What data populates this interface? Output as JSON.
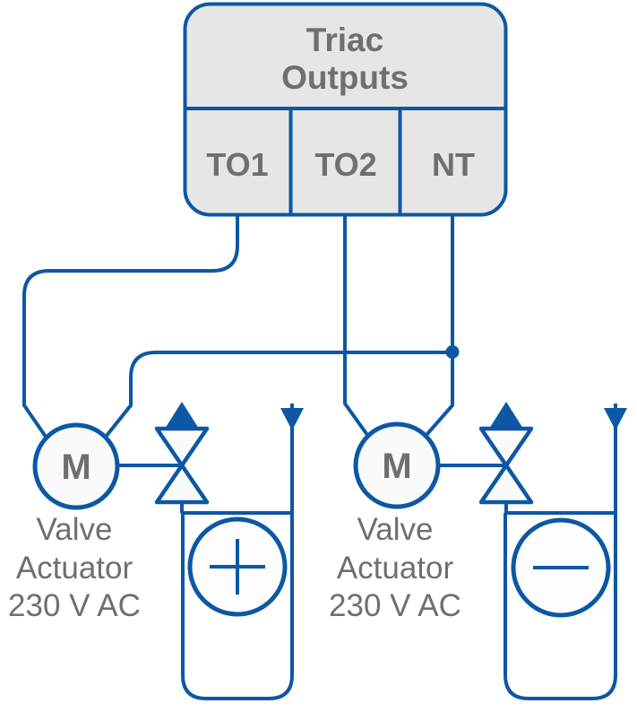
{
  "colors": {
    "line_blue": "#0d57a4",
    "box_fill": "#e6e6e6",
    "label_gray": "#6f6f6f",
    "symbol_fill": "#fbfbfb"
  },
  "triac_box": {
    "title_line1": "Triac",
    "title_line2": "Outputs",
    "terminals": [
      {
        "label": "TO1"
      },
      {
        "label": "TO2"
      },
      {
        "label": "NT"
      }
    ]
  },
  "actuators": [
    {
      "motor_label": "M",
      "caption": [
        "Valve",
        "Actuator",
        "230 V AC"
      ]
    },
    {
      "motor_label": "M",
      "caption": [
        "Valve",
        "Actuator",
        "230 V AC"
      ]
    }
  ],
  "tanks": [
    {
      "symbol": "plus"
    },
    {
      "symbol": "minus"
    }
  ]
}
